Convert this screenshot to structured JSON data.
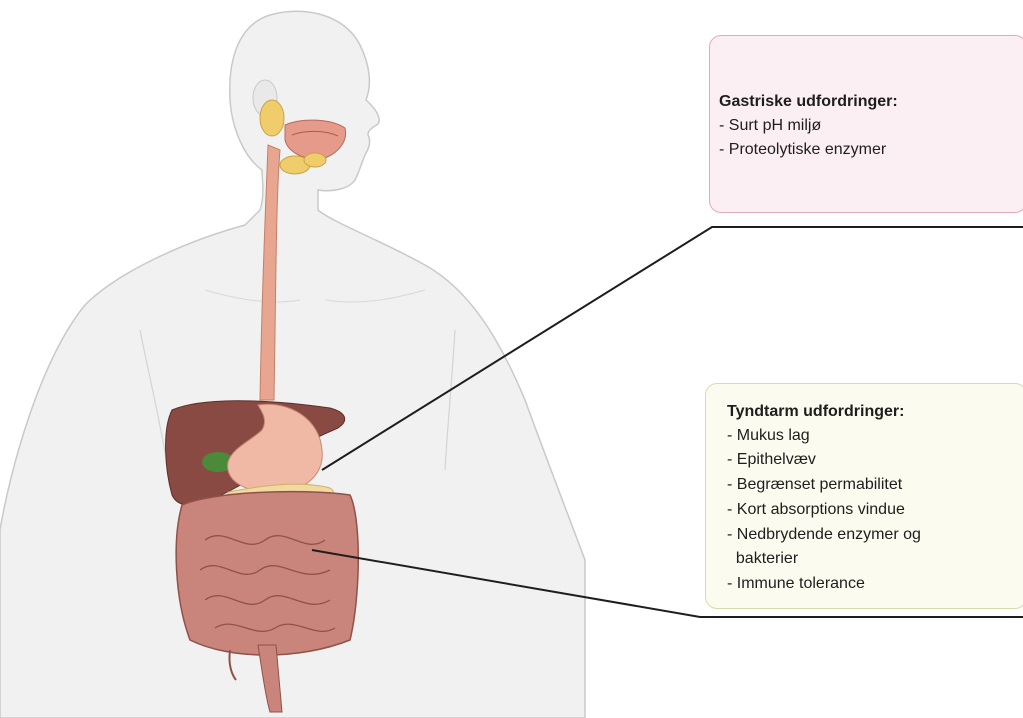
{
  "gastric": {
    "title": "Gastriske udfordringer:",
    "items": [
      "- Surt pH miljø",
      "- Proteolytiske enzymer"
    ]
  },
  "small_intestine": {
    "title": "Tyndtarm udfordringer:",
    "items": [
      "- Mukus lag",
      "- Epithelvæv",
      "- Begrænset permabilitet",
      "- Kort absorptions vindue",
      "- Nedbrydende enzymer og",
      "  bakterier",
      "- Immune tolerance"
    ]
  },
  "colors": {
    "skin": "#f1f1f1",
    "skin_outline": "#c9c9c9",
    "esophagus": "#e8a58f",
    "liver": "#8a4a44",
    "gallbladder": "#4a8a3a",
    "stomach": "#efb9a6",
    "intestine": "#c9847b",
    "pancreas": "#f1d9a0",
    "salivary": "#f0cd6b",
    "gastric_box_bg": "#fbeff3",
    "small_box_bg": "#fbfbef"
  }
}
